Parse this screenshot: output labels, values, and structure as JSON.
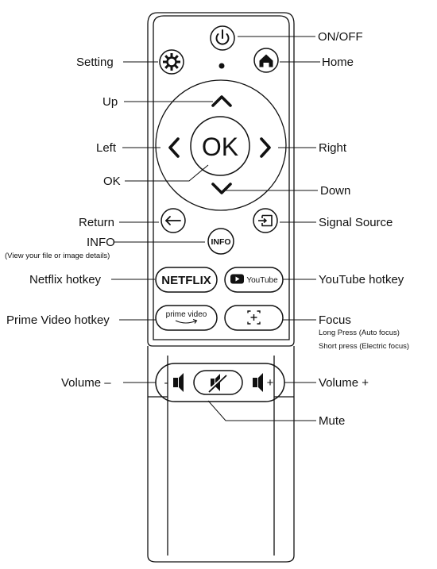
{
  "labels": {
    "on_off": "ON/OFF",
    "setting": "Setting",
    "home": "Home",
    "up": "Up",
    "left": "Left",
    "right": "Right",
    "ok": "OK",
    "down": "Down",
    "return": "Return",
    "signal_source": "Signal Source",
    "info": "INFO",
    "info_note": "(View your file or image details)",
    "netflix_hotkey": "Netflix hotkey",
    "youtube_hotkey": "YouTube hotkey",
    "prime_hotkey": "Prime Video hotkey",
    "focus": "Focus",
    "focus_long": "Long Press (Auto focus)",
    "focus_short": "Short press  (Electric focus)",
    "volume_minus": "Volume –",
    "volume_plus": "Volume +",
    "mute": "Mute"
  },
  "buttons": {
    "ok_text": "OK",
    "info_text": "INFO",
    "netflix_text": "NETFLIX",
    "youtube_text": "YouTube",
    "prime_text": "prime video",
    "vol_minus_sign": "-",
    "vol_plus_sign": "+"
  },
  "icons": [
    "power-icon",
    "gear-icon",
    "home-icon",
    "chevron-up-icon",
    "chevron-left-icon",
    "chevron-right-icon",
    "chevron-down-icon",
    "back-arrow-icon",
    "input-source-icon",
    "youtube-play-icon",
    "focus-frame-icon",
    "speaker-icon",
    "mute-icon"
  ],
  "colors": {
    "ink": "#111111",
    "background": "#ffffff"
  }
}
